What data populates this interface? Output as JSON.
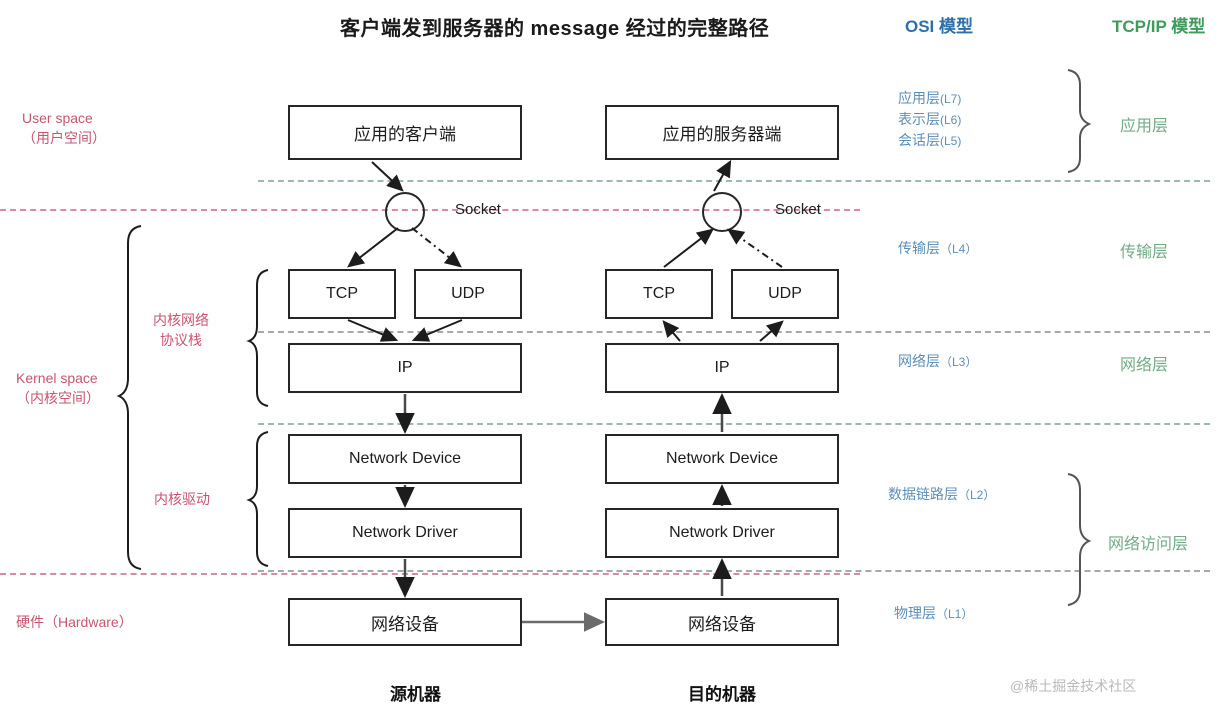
{
  "title": "客户端发到服务器的 message 经过的完整路径",
  "columns": {
    "osi_header": "OSI 模型",
    "tcpip_header": "TCP/IP 模型"
  },
  "colors": {
    "osi_header": "#2f6fa8",
    "tcpip_header": "#3f9b5c",
    "osi_label": "#5c8fb8",
    "tcpip_label": "#72ab87",
    "side_label": "#c9566f",
    "divider_teal": "#9bb8b4",
    "divider_gray": "#a8a8a8",
    "divider_pink": "#d98ba0",
    "box_border": "#262626",
    "watermark": "#b9b9b9"
  },
  "side_labels": {
    "user_space_en": "User space",
    "user_space_cn": "（用户空间）",
    "kernel_space_en": "Kernel space",
    "kernel_space_cn": "（内核空间）",
    "kernel_net_stack_l1": "内核网络",
    "kernel_net_stack_l2": "协议栈",
    "kernel_driver": "内核驱动",
    "hardware": "硬件（Hardware）"
  },
  "osi_layers": [
    {
      "name": "应用层",
      "level": "(L7)"
    },
    {
      "name": "表示层",
      "level": "(L6)"
    },
    {
      "name": "会话层",
      "level": "(L5)"
    },
    {
      "name": "传输层",
      "level": "（L4）"
    },
    {
      "name": "网络层",
      "level": "（L3）"
    },
    {
      "name": "数据链路层",
      "level": "（L2）"
    },
    {
      "name": "物理层",
      "level": "（L1）"
    }
  ],
  "tcpip_layers": [
    {
      "name": "应用层"
    },
    {
      "name": "传输层"
    },
    {
      "name": "网络层"
    },
    {
      "name": "网络访问层"
    }
  ],
  "client_stack": {
    "app": "应用的客户端",
    "socket": "Socket",
    "tcp": "TCP",
    "udp": "UDP",
    "ip": "IP",
    "net_device": "Network Device",
    "net_driver": "Network Driver",
    "hw_device": "网络设备",
    "caption": "源机器"
  },
  "server_stack": {
    "app": "应用的服务器端",
    "socket": "Socket",
    "tcp": "TCP",
    "udp": "UDP",
    "ip": "IP",
    "net_device": "Network Device",
    "net_driver": "Network Driver",
    "hw_device": "网络设备",
    "caption": "目的机器"
  },
  "watermark": "@稀土掘金技术社区"
}
